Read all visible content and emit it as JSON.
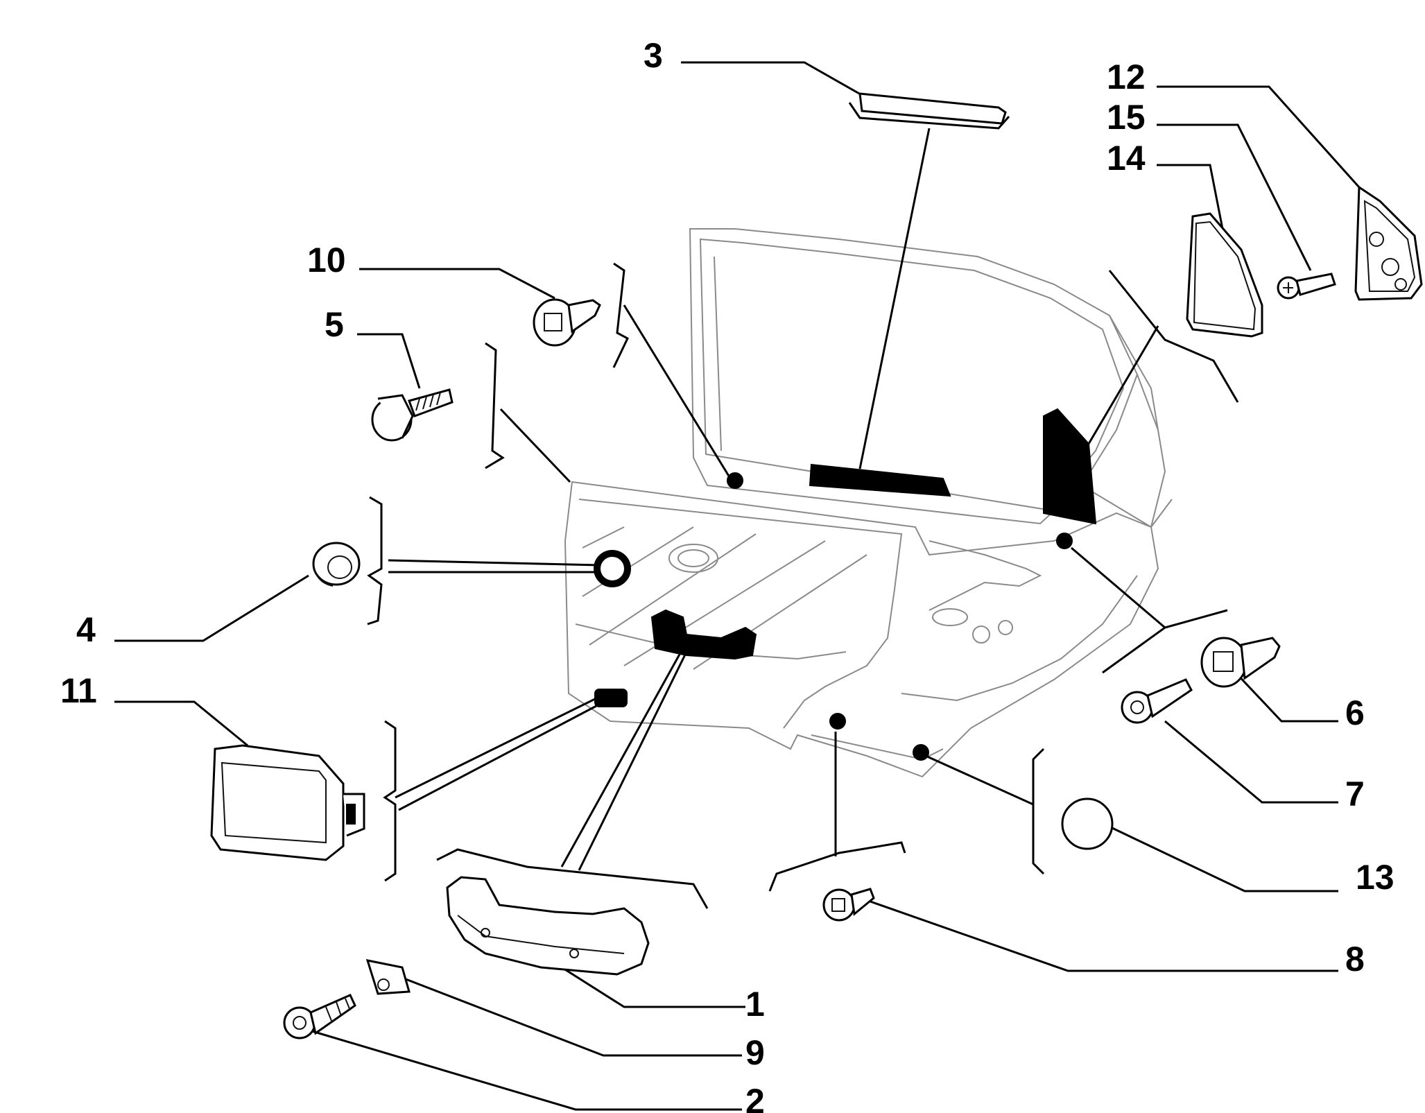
{
  "callouts": [
    {
      "id": "1",
      "text": "1"
    },
    {
      "id": "2",
      "text": "2"
    },
    {
      "id": "3",
      "text": "3"
    },
    {
      "id": "4",
      "text": "4"
    },
    {
      "id": "5",
      "text": "5"
    },
    {
      "id": "6",
      "text": "6"
    },
    {
      "id": "7",
      "text": "7"
    },
    {
      "id": "8",
      "text": "8"
    },
    {
      "id": "9",
      "text": "9"
    },
    {
      "id": "10",
      "text": "10"
    },
    {
      "id": "11",
      "text": "11"
    },
    {
      "id": "12",
      "text": "12"
    },
    {
      "id": "13",
      "text": "13"
    },
    {
      "id": "14",
      "text": "14"
    },
    {
      "id": "15",
      "text": "15"
    }
  ],
  "colors": {
    "ink": "#000000",
    "door_outline": "#8a8a8a",
    "background": "#ffffff"
  }
}
